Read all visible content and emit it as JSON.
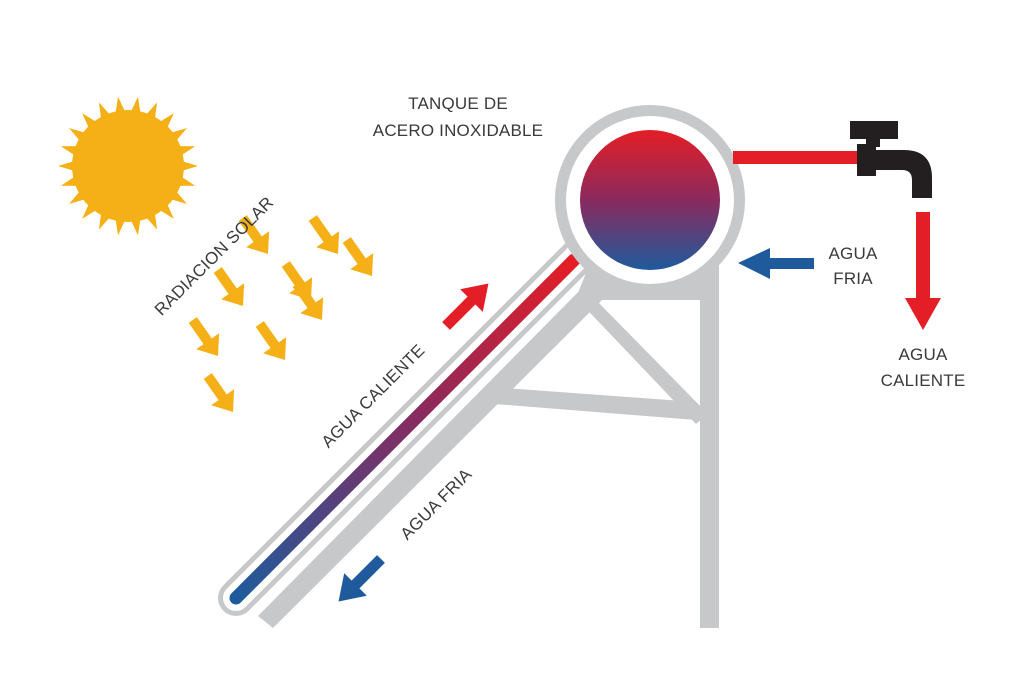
{
  "labels": {
    "tank_line1": "TANQUE DE",
    "tank_line2": "ACERO INOXIDABLE",
    "radiation": "RADIACION SOLAR",
    "hot_water_tube": "AGUA CALIENTE",
    "cold_water_tube": "AGUA FRIA",
    "cold_inlet_line1": "AGUA",
    "cold_inlet_line2": "FRIA",
    "hot_outlet_line1": "AGUA",
    "hot_outlet_line2": "CALIENTE"
  },
  "colors": {
    "sun": "#f5b018",
    "sun_rays_arrows": "#f5b018",
    "hot": "#e41e26",
    "cold": "#1f5b9c",
    "frame": "#c7c8ca",
    "faucet": "#231f20",
    "text": "#3a3a3a"
  },
  "icons": {
    "sun": "sun-icon",
    "faucet": "faucet-icon"
  }
}
